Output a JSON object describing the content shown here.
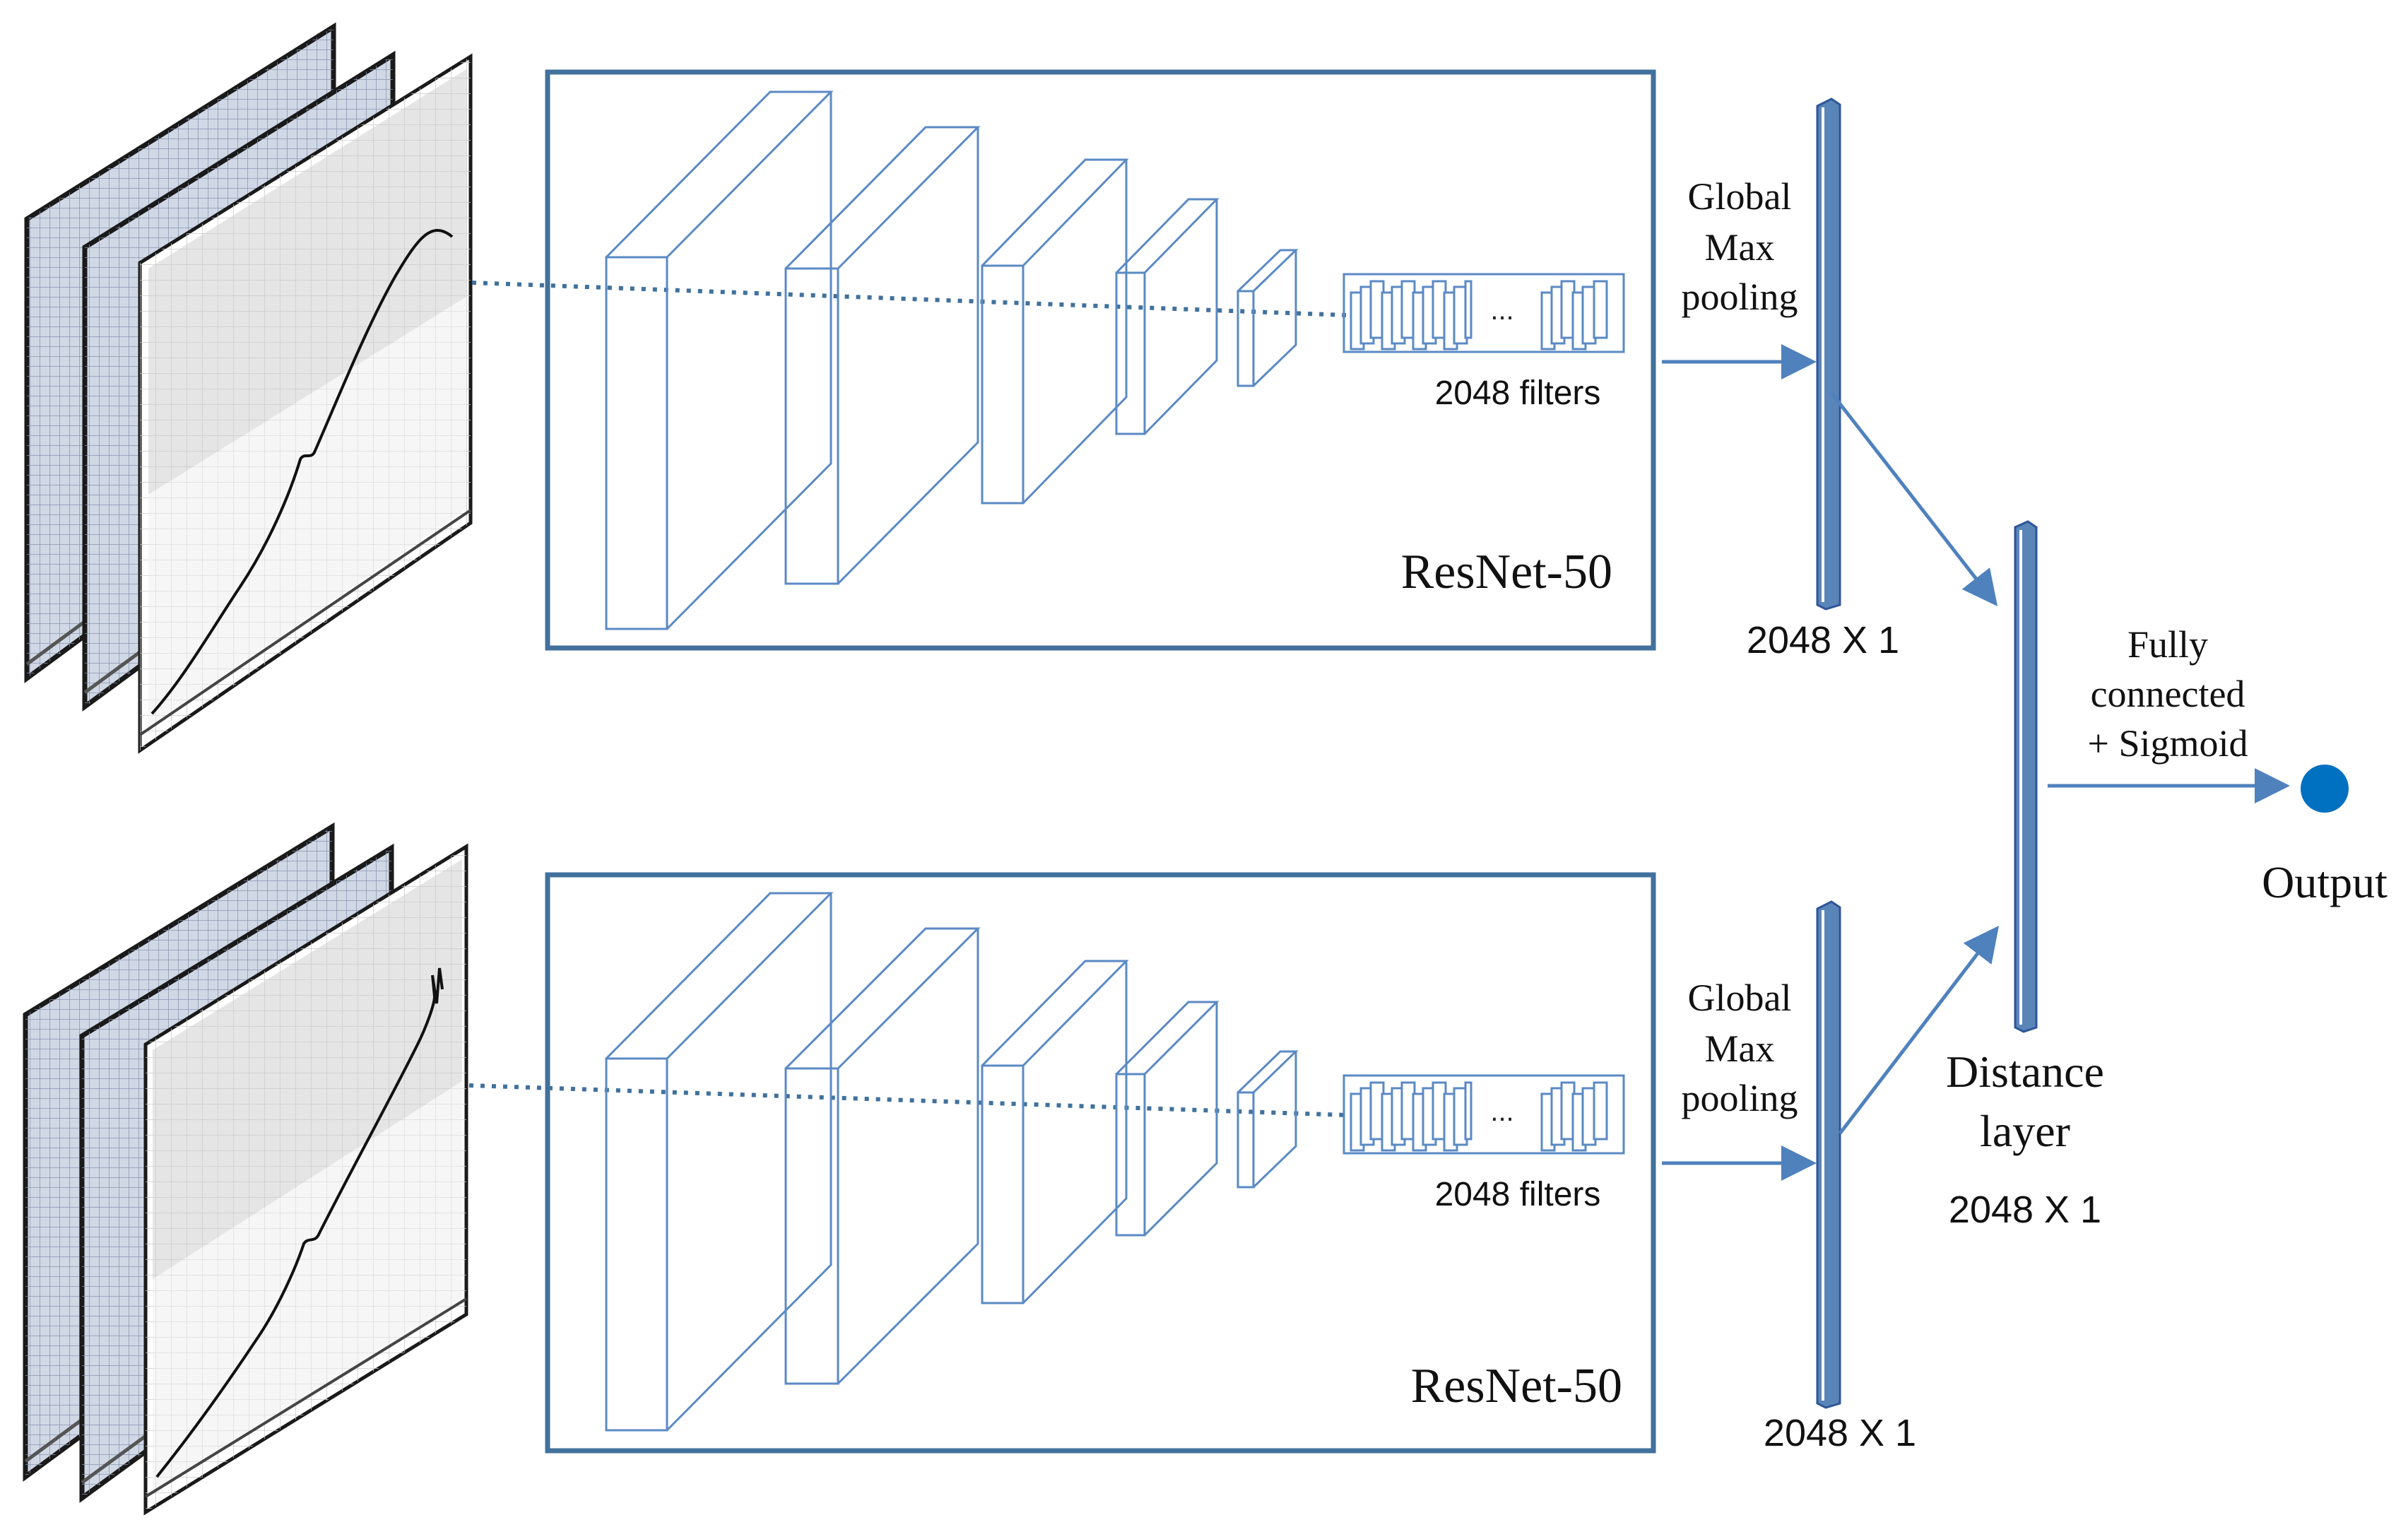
{
  "pipelines": [
    {
      "network_label": "ResNet-50",
      "filters_label": "2048 filters",
      "ellipsis": "...",
      "pooling_label": [
        "Global",
        "Max",
        "pooling"
      ],
      "vector_label": "2048 X 1"
    },
    {
      "network_label": "ResNet-50",
      "filters_label": "2048 filters",
      "ellipsis": "...",
      "pooling_label": [
        "Global",
        "Max",
        "pooling"
      ],
      "vector_label": "2048 X 1"
    }
  ],
  "distance_layer": {
    "label": [
      "Distance",
      "layer"
    ],
    "vector_label": "2048 X 1"
  },
  "fc_label": [
    "Fully",
    "connected",
    "+ Sigmoid"
  ],
  "output_label": "Output",
  "colors": {
    "line_blue": "#4f81bd",
    "frame_blue": "#41719c",
    "bar_blue": "#5a85b8",
    "output_dot": "#0070c0",
    "sheet_back": "#d0d8e6",
    "sheet_frame": "#1a1a1a"
  }
}
